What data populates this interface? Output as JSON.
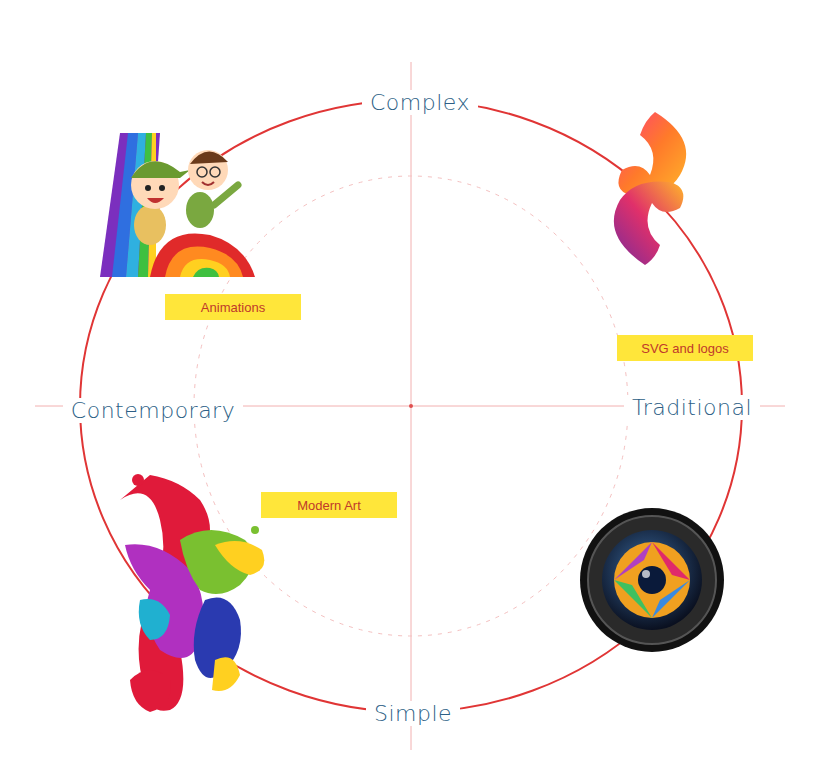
{
  "diagram": {
    "nodes": [
      {
        "text": [
          "Animations"
        ]
      },
      {
        "text": [
          "SVG and logos"
        ]
      },
      {
        "text": [
          "Modern Art"
        ]
      }
    ],
    "labels": [
      "Complex",
      "Contemporary",
      "Traditional",
      "Simple"
    ]
  }
}
